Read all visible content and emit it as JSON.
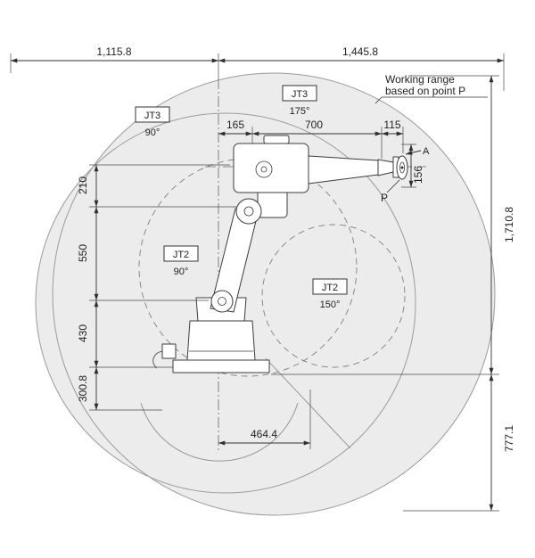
{
  "diagram": {
    "working_range_note_line1": "Working range",
    "working_range_note_line2": "based on point P",
    "point_p_label": "P",
    "view_a_label": "A"
  },
  "dimensions": {
    "rear_horizontal_reach": "1,115.8",
    "front_horizontal_reach": "1,445.8",
    "vertical_reach_upper": "1,710.8",
    "vertical_reach_lower": "777.1",
    "arm_offset_165": "165",
    "arm_length_700": "700",
    "wrist_offset_115": "115",
    "flange_offset_156": "156",
    "link_210": "210",
    "link_550": "550",
    "link_430": "430",
    "base_height_300_8": "300.8",
    "base_radius_464_4": "464.4"
  },
  "joints": {
    "jt3_rear": {
      "label": "JT3",
      "angle": "90°"
    },
    "jt3_front": {
      "label": "JT3",
      "angle": "175°"
    },
    "jt2_rear": {
      "label": "JT2",
      "angle": "90°"
    },
    "jt2_front": {
      "label": "JT2",
      "angle": "150°"
    }
  },
  "colors": {
    "line": "#333333",
    "range_fill": "#ececec",
    "range_stroke": "#9a9a9a",
    "background": "#ffffff"
  }
}
